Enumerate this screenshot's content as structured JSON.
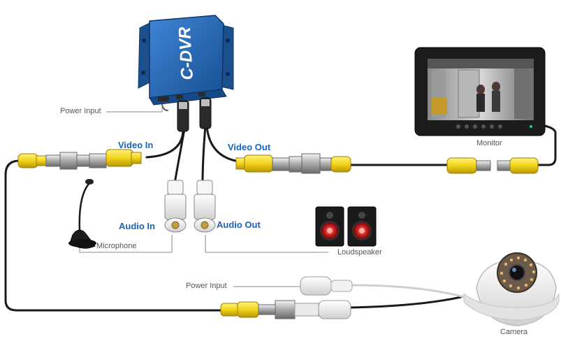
{
  "device": {
    "name": "C-DVR"
  },
  "labels": {
    "power_input_dvr": "Power Input",
    "video_in": "Video In",
    "video_out": "Video Out",
    "audio_in": "Audio In",
    "audio_out": "Audio Out",
    "monitor": "Monitor",
    "microphone": "Microphone",
    "loudspeaker": "Loudspeaker",
    "power_input_camera": "Power Input",
    "camera": "Camera"
  },
  "colors": {
    "dvr_body": "#1e5fa8",
    "connector_yellow": "#f2d31b",
    "cable": "#1a1a1a",
    "label_blue": "#1565c0",
    "label_gray": "#555555",
    "speaker_cone": "#d62020"
  }
}
